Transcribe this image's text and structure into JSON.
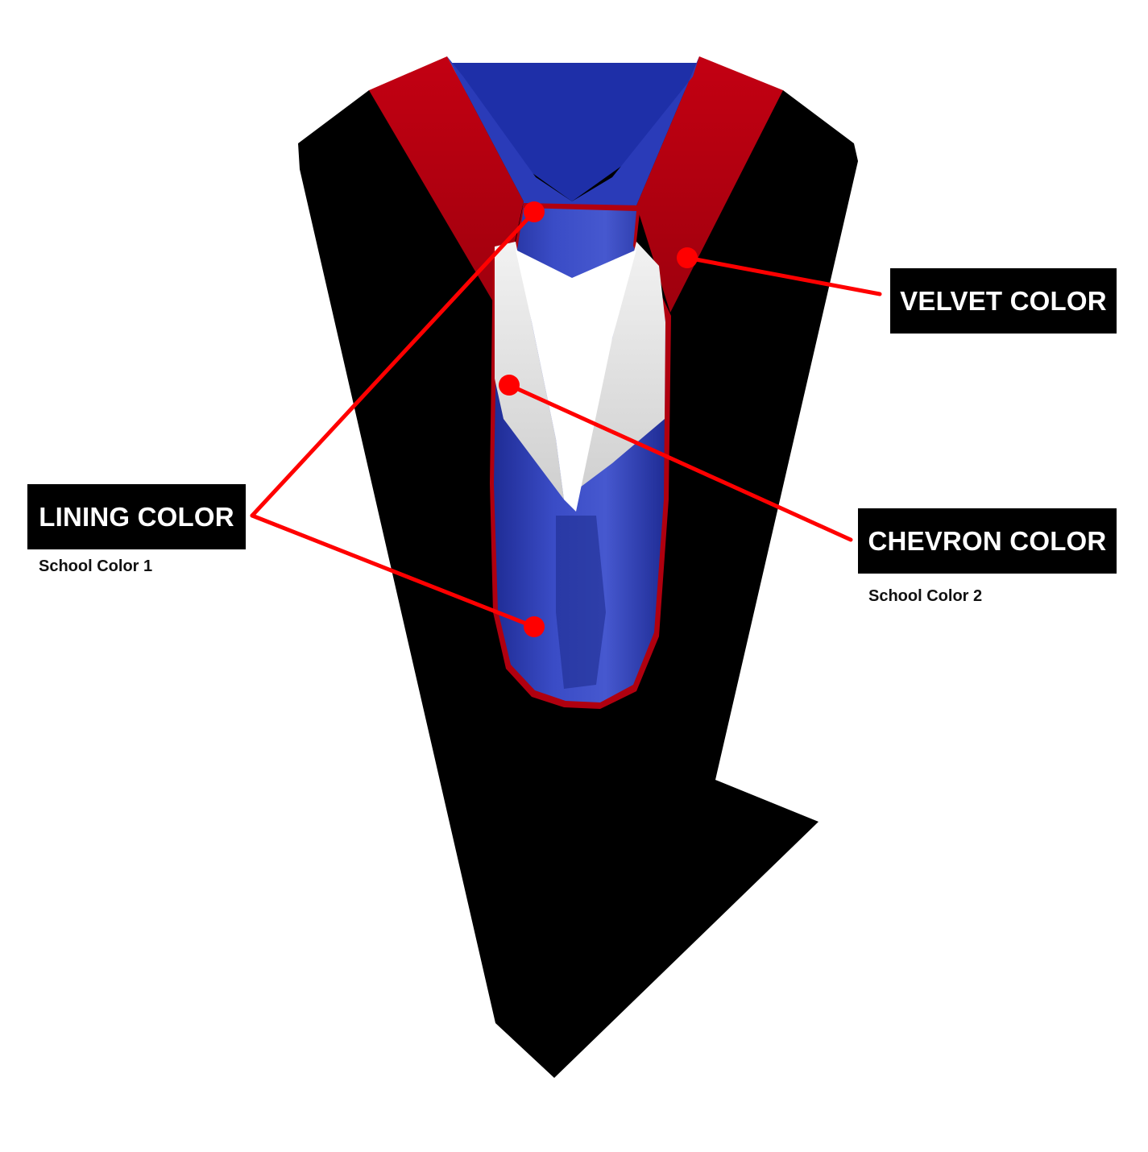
{
  "labels": {
    "lining": {
      "title": "LINING COLOR",
      "subtitle": "School Color 1"
    },
    "velvet": {
      "title": "VELVET COLOR"
    },
    "chevron": {
      "title": "CHEVRON COLOR",
      "subtitle": "School Color 2"
    }
  },
  "colors": {
    "shell": "#000000",
    "velvet": "#b0000f",
    "lining": "#2f3fb6",
    "chevron": "#e6e6e6",
    "pointer": "#ff0000",
    "label_background": "#000000",
    "label_text": "#ffffff"
  }
}
